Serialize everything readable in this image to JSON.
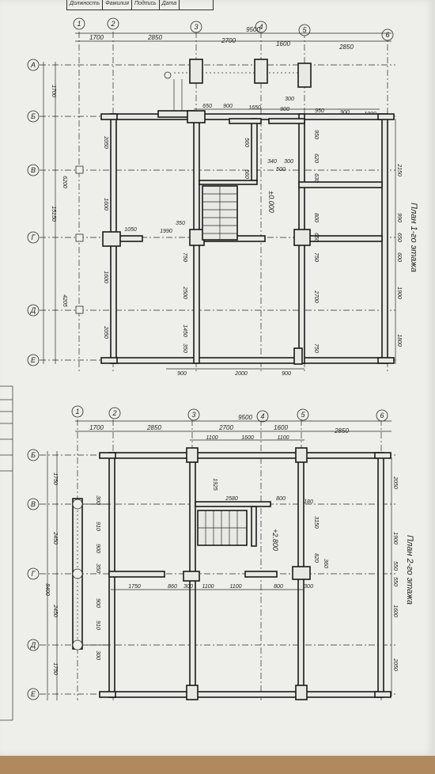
{
  "title_block": {
    "labels": [
      "Должность",
      "Фамилия",
      "Подпись",
      "Дата"
    ]
  },
  "plan1": {
    "title": "План 1-го этажа",
    "level": "±0.000",
    "col_axes": [
      "1",
      "2",
      "3",
      "4",
      "5",
      "6"
    ],
    "row_axes": [
      "А",
      "Б",
      "В",
      "Г",
      "Д",
      "Е"
    ],
    "top_dims": [
      "1700",
      "2850",
      "2700",
      "1600",
      "2850"
    ],
    "overall_top": "9500",
    "inner_top": [
      "650",
      "900",
      "1650",
      "300",
      "900",
      "950",
      "900",
      "1000"
    ],
    "left_dims": [
      "1700",
      "6200",
      "15150",
      "4205",
      "2050",
      "1600",
      "1600",
      "2050"
    ],
    "right_dims": [
      "2150",
      "990",
      "650",
      "600",
      "1900",
      "1800"
    ],
    "bottom_dims": [
      "900",
      "2000",
      "900"
    ],
    "misc_dims": [
      "1050",
      "1990",
      "350",
      "2500",
      "750",
      "750",
      "1450",
      "2700",
      "560",
      "560",
      "340",
      "300",
      "500",
      "950",
      "620",
      "630",
      "800",
      "650",
      "750",
      "350"
    ]
  },
  "plan2": {
    "title": "План 2-го этажа",
    "level": "+2.800",
    "col_axes": [
      "1",
      "2",
      "3",
      "4",
      "5",
      "6"
    ],
    "row_axes": [
      "Б",
      "В",
      "Г",
      "Д",
      "Е"
    ],
    "top_dims": [
      "1700",
      "2850",
      "2700",
      "1600",
      "2850"
    ],
    "overall_top": "9500",
    "inner_top": [
      "1100",
      "1600",
      "1100"
    ],
    "left_dims": [
      "1750",
      "2450",
      "8400",
      "2450",
      "1750"
    ],
    "right_dims": [
      "2050",
      "3150",
      "1900",
      "550",
      "550",
      "1600",
      "2050"
    ],
    "axis_row_dims": [
      "1750",
      "860",
      "300",
      "1100",
      "1100",
      "800",
      "300"
    ],
    "misc_dims": [
      "1925",
      "2580",
      "800",
      "180",
      "910",
      "900",
      "900",
      "910",
      "300",
      "300",
      "350",
      "820",
      "360"
    ]
  }
}
